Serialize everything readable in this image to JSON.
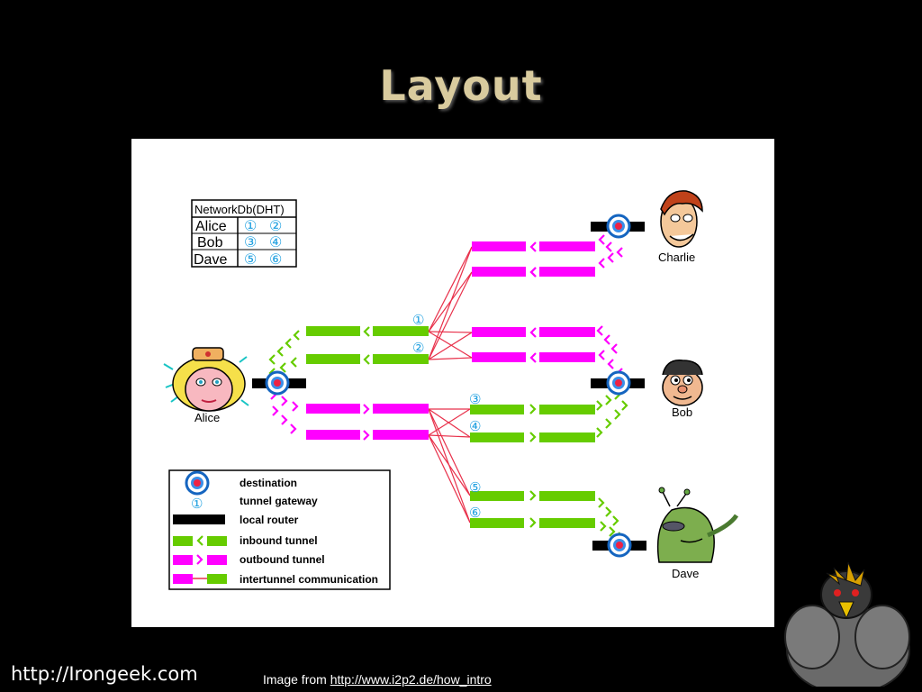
{
  "slide": {
    "title": "Layout",
    "footer_link": "http://Irongeek.com",
    "credit_prefix": "Image from ",
    "credit_link": "http://www.i2p2.de/how_intro"
  },
  "diagram": {
    "netdb": {
      "title": "NetworkDb(DHT)",
      "rows": [
        {
          "name": "Alice",
          "ids": [
            "①",
            "②"
          ]
        },
        {
          "name": "Bob",
          "ids": [
            "③",
            "④"
          ]
        },
        {
          "name": "Dave",
          "ids": [
            "⑤",
            "⑥"
          ]
        }
      ]
    },
    "peers": {
      "alice": "Alice",
      "bob": "Bob",
      "charlie": "Charlie",
      "dave": "Dave"
    },
    "gateways": [
      "①",
      "②",
      "③",
      "④",
      "⑤",
      "⑥"
    ],
    "legend": [
      {
        "key": "destination",
        "label": "destination"
      },
      {
        "key": "gateway",
        "label": "tunnel gateway",
        "symbol": "①"
      },
      {
        "key": "router",
        "label": "local router"
      },
      {
        "key": "inbound",
        "label": "inbound tunnel"
      },
      {
        "key": "outbound",
        "label": "outbound tunnel"
      },
      {
        "key": "intertunnel",
        "label": "intertunnel communication"
      }
    ],
    "colors": {
      "inbound": "#66cc00",
      "outbound": "#ff00ff",
      "link": "#e8304a",
      "router": "#000000",
      "gateway": "#1fa0e0",
      "destination": "#ee2244"
    }
  }
}
